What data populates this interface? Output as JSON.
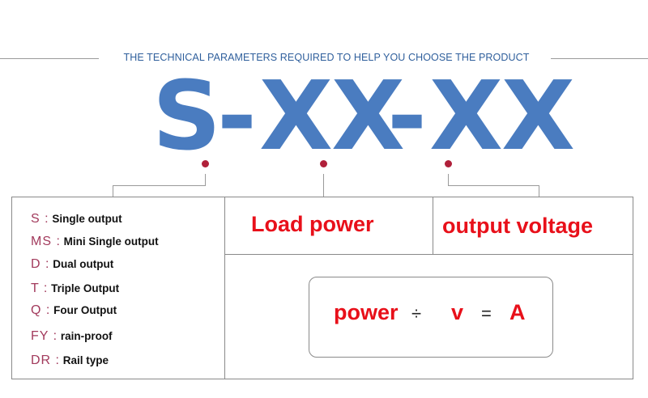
{
  "header": {
    "title": "THE TECHNICAL PARAMETERS REQUIRED TO HELP YOU CHOOSE THE PRODUCT"
  },
  "model_code": {
    "series": "S",
    "dash1": "-",
    "power": "XX",
    "dash2": "-",
    "voltage": "XX"
  },
  "legend": [
    {
      "key": "S :",
      "desc": "Single output"
    },
    {
      "key": "MS :",
      "desc": "Mini Single output"
    },
    {
      "key": "D :",
      "desc": "Dual output"
    },
    {
      "key": "T :",
      "desc": "Triple Output"
    },
    {
      "key": "Q :",
      "desc": "Four Output"
    },
    {
      "key": "FY :",
      "desc": "rain-proof"
    },
    {
      "key": "DR :",
      "desc": "Rail type"
    }
  ],
  "labels": {
    "load_power": "Load power",
    "output_voltage": "output voltage"
  },
  "formula": {
    "power": "power",
    "divide": "÷",
    "v": "v",
    "equals": "=",
    "a": "A"
  },
  "colors": {
    "code_blue": "#4a7cc0",
    "header_blue": "#2f5f9c",
    "label_red": "#e8101a",
    "dot_red": "#b0203a",
    "key_purple": "#a23a5c"
  }
}
